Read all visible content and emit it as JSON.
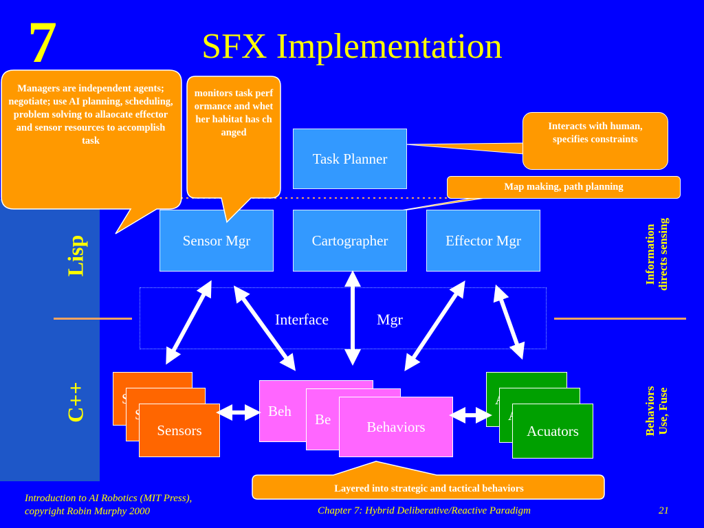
{
  "slide": {
    "chapter_number": "7",
    "title": "SFX Implementation"
  },
  "side_labels": {
    "lisp": "Lisp",
    "cpp": "C++",
    "right_top_line1": "Information",
    "right_top_line2": "directs sensing",
    "right_bottom_line1": "Behaviors",
    "right_bottom_line2": "Use, Fuse"
  },
  "diagram": {
    "task_planner": "Task Planner",
    "sensor_mgr": "Sensor Mgr",
    "cartographer": "Cartographer",
    "effector_mgr": "Effector Mgr",
    "interface_mgr_part1": "Interface",
    "interface_mgr_part2": "Mgr",
    "sensors_front": "Sensors",
    "sensors_back1": "S",
    "sensors_back2": "S",
    "behaviors_front": "Behaviors",
    "behaviors_back1": "Beh",
    "behaviors_back2": "Be",
    "actuators_front": "Acuators",
    "actuators_back1": "A",
    "actuators_back2": "A"
  },
  "callouts": {
    "managers": "Managers are independent agents; negotiate; use AI planning, scheduling, problem solving to allaocate effector and sensor resources  to accomplish task",
    "monitors": "monitors task performance and whether habitat has changed",
    "interacts": "Interacts with human, specifies constraints",
    "map_making": "Map making, path planning",
    "layered": "Layered into strategic and tactical behaviors"
  },
  "footer": {
    "left_line1": "Introduction to AI Robotics (MIT Press),",
    "left_line2": "copyright Robin Murphy 2000",
    "center": "Chapter 7: Hybrid Deliberative/Reactive Paradigm",
    "page": "21"
  },
  "colors": {
    "background": "#0000ff",
    "title": "#ffff00",
    "manager_box": "#3399ff",
    "callout": "#ff9900",
    "sensors": "#ff6600",
    "behaviors": "#ff66ff",
    "actuators": "#00a000"
  }
}
